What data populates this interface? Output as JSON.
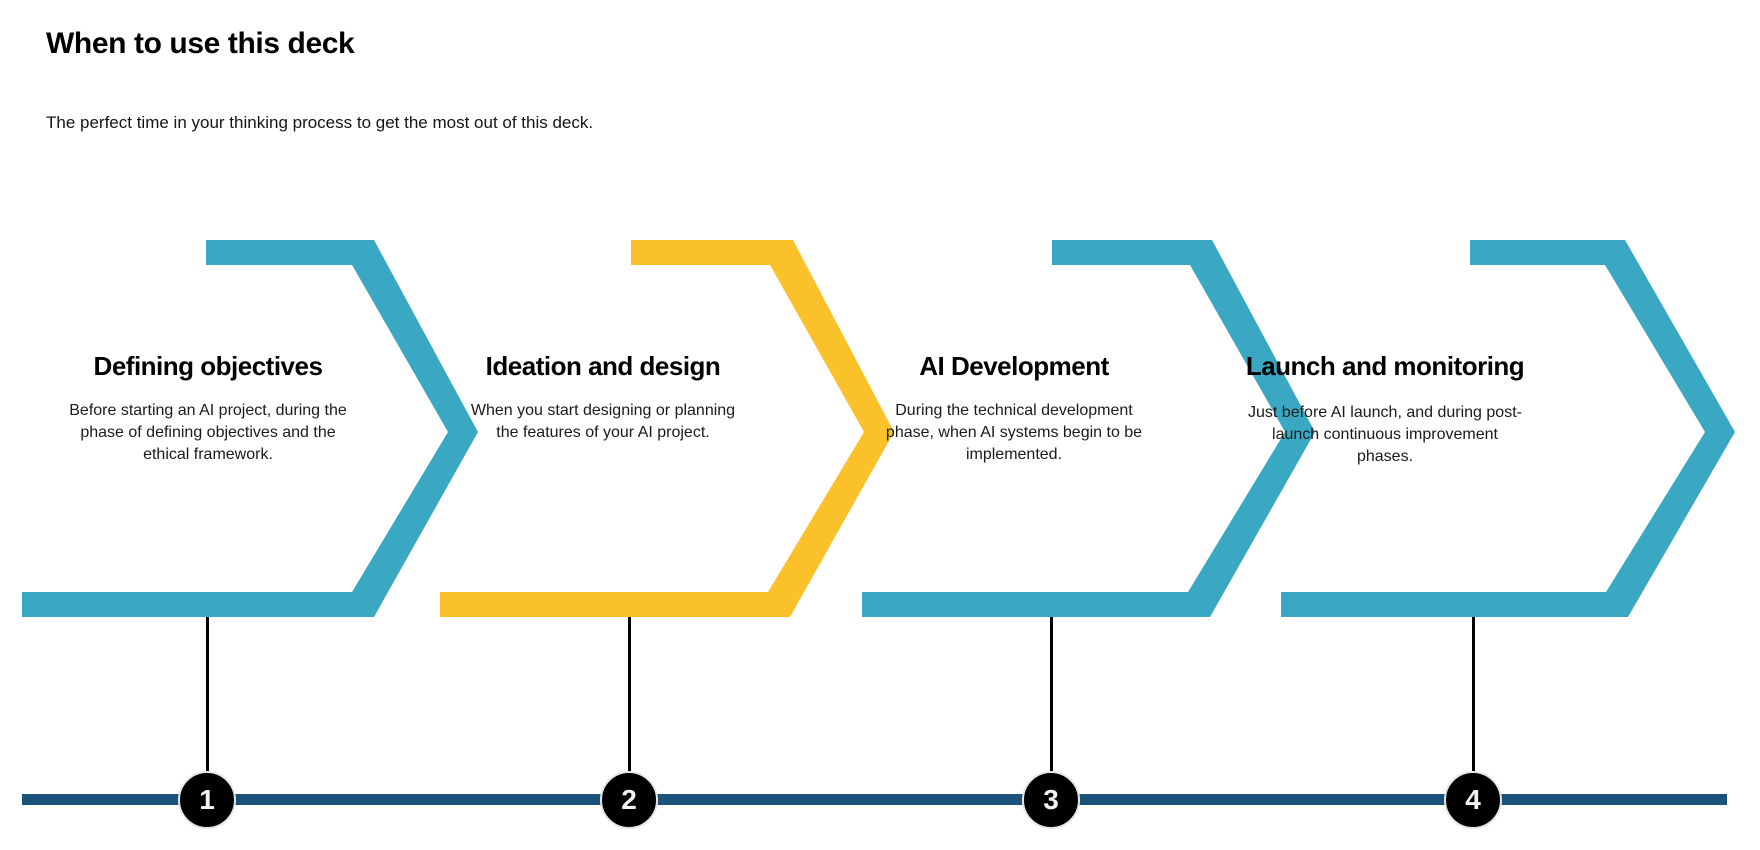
{
  "header": {
    "title": "When to use this deck",
    "subtitle": "The perfect time in your thinking process to get the most out of this deck."
  },
  "colors": {
    "teal": "#3BA8C3",
    "yellow": "#FAC12B",
    "timeline_navy": "#1B5279",
    "marker_fill": "#000000",
    "marker_ring": "#E6E6E6",
    "marker_text": "#F2F2F2",
    "text_primary": "#000000",
    "background": "#FFFFFF"
  },
  "chart_data": {
    "type": "diagram",
    "subtype": "chevron-timeline",
    "title": "When to use this deck",
    "step_count": 4,
    "steps": [
      {
        "number": "1",
        "heading": "Defining objectives",
        "body": "Before starting an AI project, during the phase of defining objectives and the ethical framework.",
        "color": "#3BA8C3",
        "color_name": "teal"
      },
      {
        "number": "2",
        "heading": "Ideation and design",
        "body": "When you start designing or planning the features of your AI project.",
        "color": "#FAC12B",
        "color_name": "yellow"
      },
      {
        "number": "3",
        "heading": "AI Development",
        "body": "During the technical development phase, when AI systems begin to be implemented.",
        "color": "#3BA8C3",
        "color_name": "teal"
      },
      {
        "number": "4",
        "heading": "Launch and monitoring",
        "body": "Just before AI launch, and during post-launch continuous improvement phases.",
        "color": "#3BA8C3",
        "color_name": "teal"
      }
    ]
  },
  "steps": [
    {
      "number": "1",
      "heading": "Defining objectives",
      "body": "Before starting an AI project, during the phase of defining objectives and the ethical framework."
    },
    {
      "number": "2",
      "heading": "Ideation and design",
      "body": "When you start designing or planning the features of your AI project."
    },
    {
      "number": "3",
      "heading": "AI Development",
      "body": "During the technical development phase, when AI systems begin to be implemented."
    },
    {
      "number": "4",
      "heading": "Launch and monitoring",
      "body": "Just before AI launch, and during post-launch continuous improvement phases."
    }
  ]
}
